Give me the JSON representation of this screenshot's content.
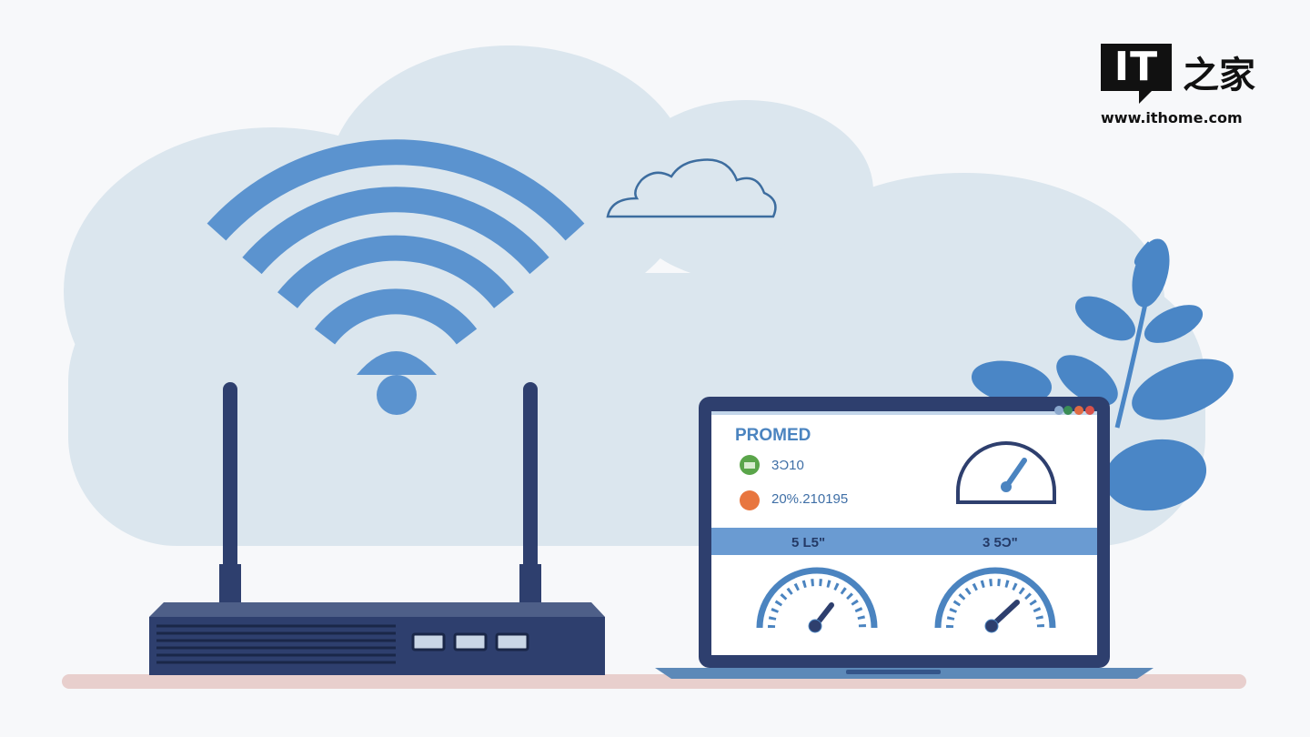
{
  "logo": {
    "badge": "IT",
    "chinese": "之家",
    "url": "www.ithome.com"
  },
  "laptop_screen": {
    "title": "PROMED",
    "row1_text": "3Ɔ10",
    "row2_text": "20%.210195",
    "bar_left": "5 L5\"",
    "bar_right": "3 5Ɔ\""
  },
  "colors": {
    "wifi_blue": "#5b93cf",
    "cloud": "#dbe6ee",
    "navy": "#2e3f6e",
    "screen_text": "#4b84c0",
    "green_dot": "#5aa54a",
    "orange_dot": "#e8763f"
  },
  "icons": [
    "wifi-icon",
    "cloud-outline-icon",
    "router",
    "laptop",
    "speedometer-icon",
    "leaf-plant"
  ]
}
